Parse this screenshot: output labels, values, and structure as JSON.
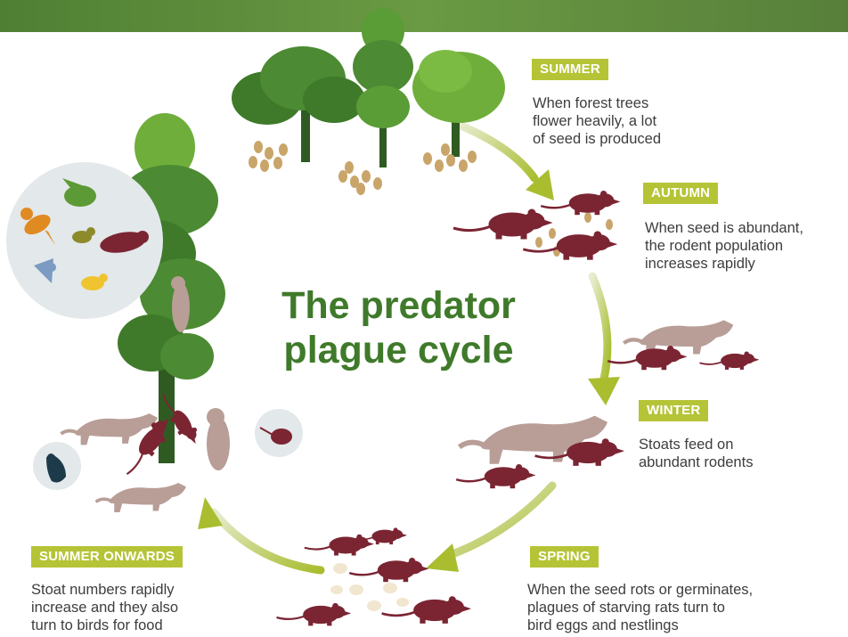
{
  "title": [
    "The predator",
    "plague cycle"
  ],
  "stages": [
    {
      "label": "SUMMER",
      "text": [
        "When forest trees",
        "flower heavily, a lot",
        "of seed is produced"
      ]
    },
    {
      "label": "AUTUMN",
      "text": [
        "When seed is abundant,",
        "the rodent population",
        "increases rapidly"
      ]
    },
    {
      "label": "WINTER",
      "text": [
        "Stoats feed on",
        "abundant rodents"
      ]
    },
    {
      "label": "SPRING",
      "text": [
        "When the seed rots or germinates,",
        "plagues of starving rats turn to",
        "bird eggs and nestlings"
      ]
    },
    {
      "label": "SUMMER ONWARDS",
      "text": [
        "Stoat numbers rapidly",
        "increase and they also",
        "turn to birds for food"
      ]
    }
  ],
  "colors": {
    "label_bg": "#b5c436",
    "title": "#3f7a2a",
    "rodent": "#7b2533",
    "stoat": "#b89e97",
    "tree_dark": "#3f7a2a",
    "tree_light": "#6fae3a",
    "seed": "#c9a56a",
    "arrow": "#b5c436",
    "header": "#5d8a3a"
  },
  "icons": [
    "tree-icon",
    "seed-icon",
    "rat-icon",
    "stoat-icon",
    "bird-icon",
    "kiwi-icon",
    "duck-icon"
  ]
}
